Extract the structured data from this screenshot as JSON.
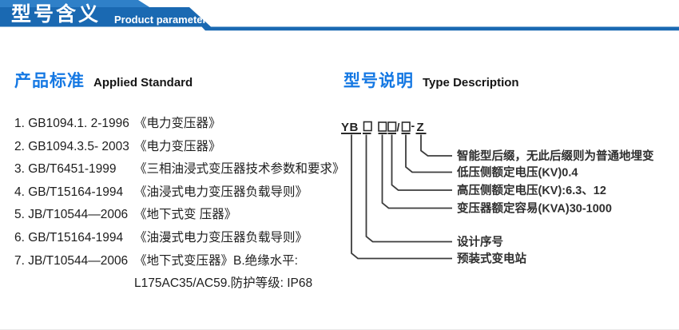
{
  "header": {
    "title_cn": "型号含义",
    "subtitle_en": "Product parameters"
  },
  "colors": {
    "ribbon_blue": "#1a69b2",
    "ribbon_accent_blue": "#2f80c8",
    "heading_blue": "#1578e3",
    "body_text": "#1d1d1d",
    "diagram_line": "#3c3c3c"
  },
  "standards": {
    "heading_cn": "产品标准",
    "heading_en": "Applied Standard",
    "items": [
      {
        "code": "1. GB1094.1. 2-1996",
        "title": "《电力变压器》"
      },
      {
        "code": "2. GB1094.3.5- 2003",
        "title": "《电力变压器》"
      },
      {
        "code": "3. GB/T6451-1999",
        "title": "《三相油浸式变压器技术参数和要求》"
      },
      {
        "code": "4. GB/T15164-1994",
        "title": "《油浸式电力变压器负载导则》"
      },
      {
        "code": "5. JB/T10544—2006",
        "title": "《地下式变 压器》"
      },
      {
        "code": "6. GB/T15164-1994",
        "title": "《油漫式电力变压器负载导则》"
      },
      {
        "code": "7. JB/T10544—2006",
        "title": "《地下式变压器》B.绝缘水平:"
      }
    ],
    "continuation": "L175AC35/AC59.防护等级: IP68"
  },
  "model": {
    "heading_cn": "型号说明",
    "heading_en": "Type Description",
    "code": {
      "prefix": "YB",
      "slash": "/",
      "dash": "-",
      "suffix": "Z"
    },
    "labels": [
      "智能型后缀，无此后缀则为普通地埋变",
      "低压侧额定电压(KV)0.4",
      "高压侧额定电压(KV):6.3、12",
      "变压器额定容易(KVA)30-1000",
      "设计序号",
      "预装式变电站"
    ]
  }
}
